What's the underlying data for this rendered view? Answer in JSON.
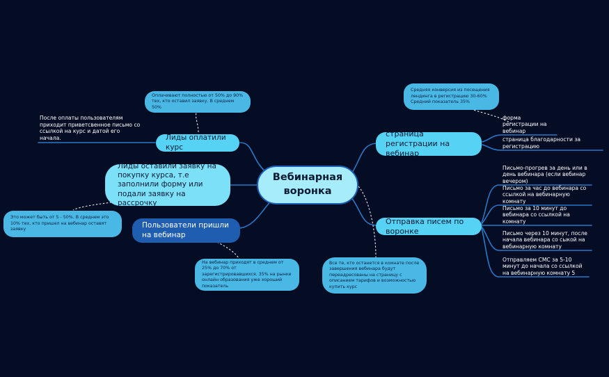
{
  "root": {
    "title": "Вебинарная воронка"
  },
  "topics": {
    "paid": "Лиды оплатили курс",
    "applied": "Лиды оставили заявку на покупку курса, т.е заполнили форму или подали заявку на рассрочку",
    "came": "Пользователи пришли на вебинар",
    "registration_page": "страница регистрации на вебинар",
    "emails": "Отправка писем по воронке"
  },
  "notes": {
    "paid_note": "Оплачивают полностью от 50% до 90% тех, кто оставил заявку. В среднем 50%",
    "applied_note": "Это может быть от 5 - 50%. В среднем это 10% тех, кто пришел на вебинар оставят заявку",
    "came_note": "На вебинар приходят в среднем от 25% до 70% от зарегистрировавшихся. 35% на рынке онлайн образования уже хороший показатель",
    "registration_note": "Средняя конверсия из посещения лендинга в регистрацию 30-60% Средний показатель 35%",
    "room_note": "Все те, кто останется в комнате после завершения вебинара будут переадресованы на страницу с описанием тарифов и возможностью купить курс"
  },
  "leaves": {
    "paid_leaf": "После оплаты пользователям приходит приветсвенное письмо со ссылкой на курс и датой его начала.",
    "reg_form": "форма регистрации на вебинар",
    "reg_thanks": "страница благодарности за регистрацию",
    "email_1": "Письмо-прогрев за день или в день вебинара (если вебинар вечером)",
    "email_2": "Письмо за час до вебинара со ссылкой на вебинарную комнату",
    "email_3": "Письмо за 10 минут до вебинара со ссылкой на комнату",
    "email_4": "Письмо через 10 минут, после начала вебинара со сыкой на вебинарную комнату",
    "email_5": "Отправляем СМС за 5-10 минут до начала со ссылкой на вебинарную комнату 5"
  },
  "colors": {
    "background": "#050d24",
    "connector": "#2a78c8",
    "root_fill": "#a7ecfb",
    "topic_fill": "#56d2f4",
    "topic_dark_fill": "#1f5db0",
    "note_fill": "#4ab8e4"
  }
}
